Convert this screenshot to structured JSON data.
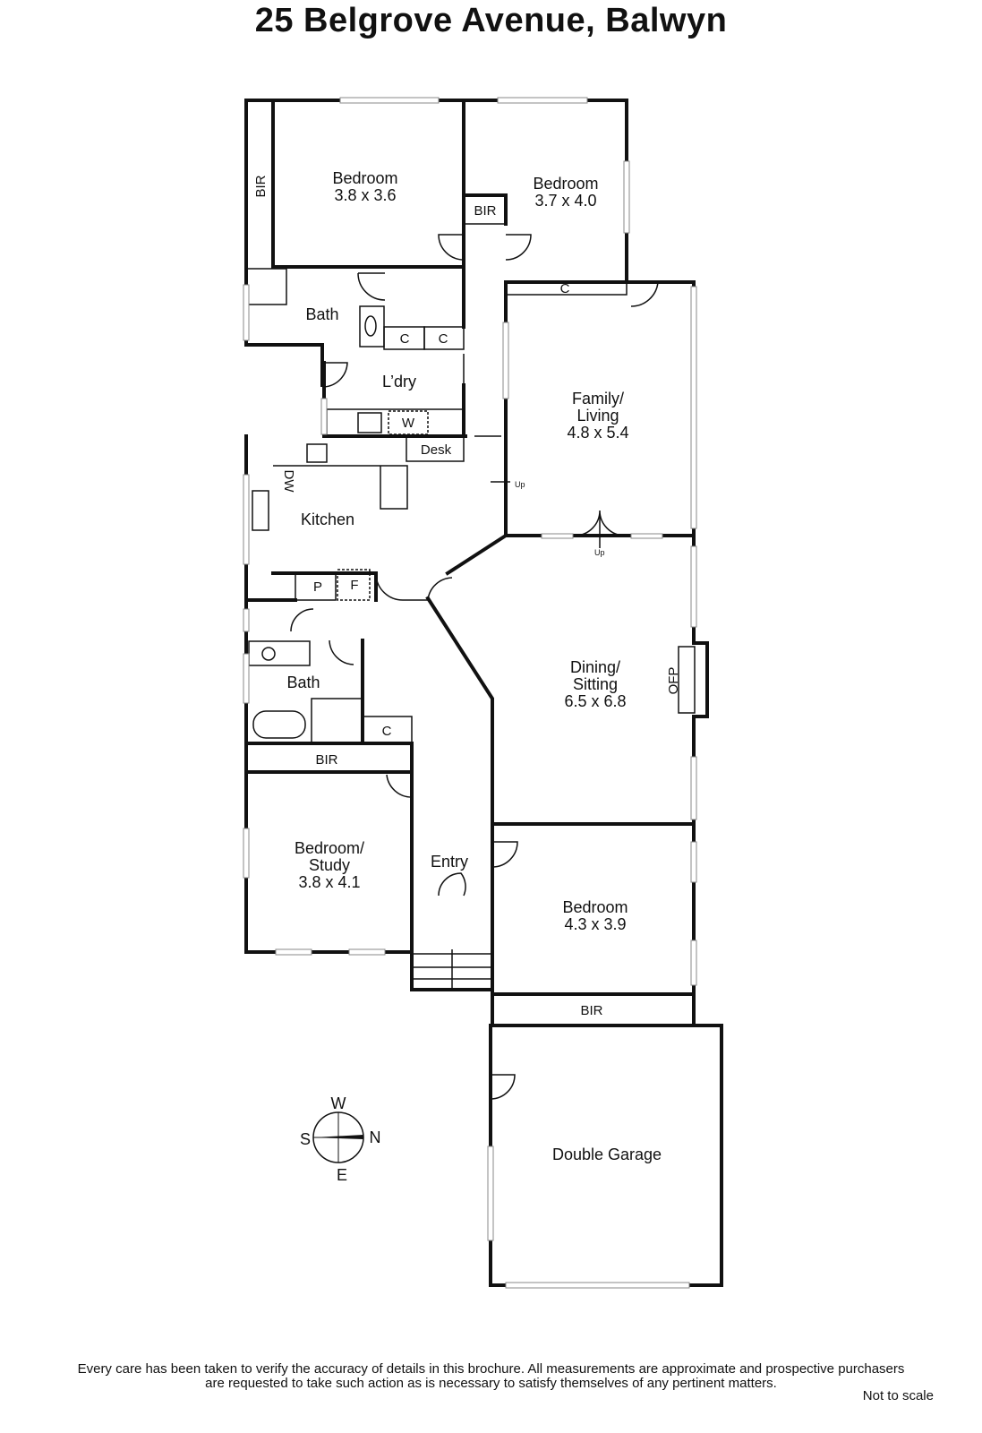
{
  "title": "25 Belgrove Avenue, Balwyn",
  "rooms": {
    "bedroom1": {
      "name": "Bedroom",
      "size": "3.8 x 3.6"
    },
    "bedroom2": {
      "name": "Bedroom",
      "size": "3.7 x 4.0"
    },
    "family": {
      "line1": "Family/",
      "line2": "Living",
      "size": "4.8 x 5.4"
    },
    "dining": {
      "line1": "Dining/",
      "line2": "Sitting",
      "size": "6.5 x 6.8"
    },
    "study": {
      "line1": "Bedroom/",
      "line2": "Study",
      "size": "3.8 x 4.1"
    },
    "bedroom3": {
      "name": "Bedroom",
      "size": "4.3 x 3.9"
    },
    "bath1": "Bath",
    "bath2": "Bath",
    "laundry": "L’dry",
    "kitchen": "Kitchen",
    "entry": "Entry",
    "garage": "Double Garage"
  },
  "fixtures": {
    "bir": "BIR",
    "cupboard": "C",
    "washer": "W",
    "desk": "Desk",
    "dishwasher": "DW",
    "pantry": "P",
    "fridge": "F",
    "fireplace": "OFP",
    "up": "Up"
  },
  "compass": {
    "n": "N",
    "s": "S",
    "e": "E",
    "w": "W"
  },
  "disclaimer": {
    "line1": "Every care has been taken to verify the accuracy of details in this brochure.  All measurements are approximate and prospective purchasers",
    "line2": "are requested to take such action as is necessary to satisfy themselves of any pertinent matters."
  },
  "scale_note": "Not to scale"
}
